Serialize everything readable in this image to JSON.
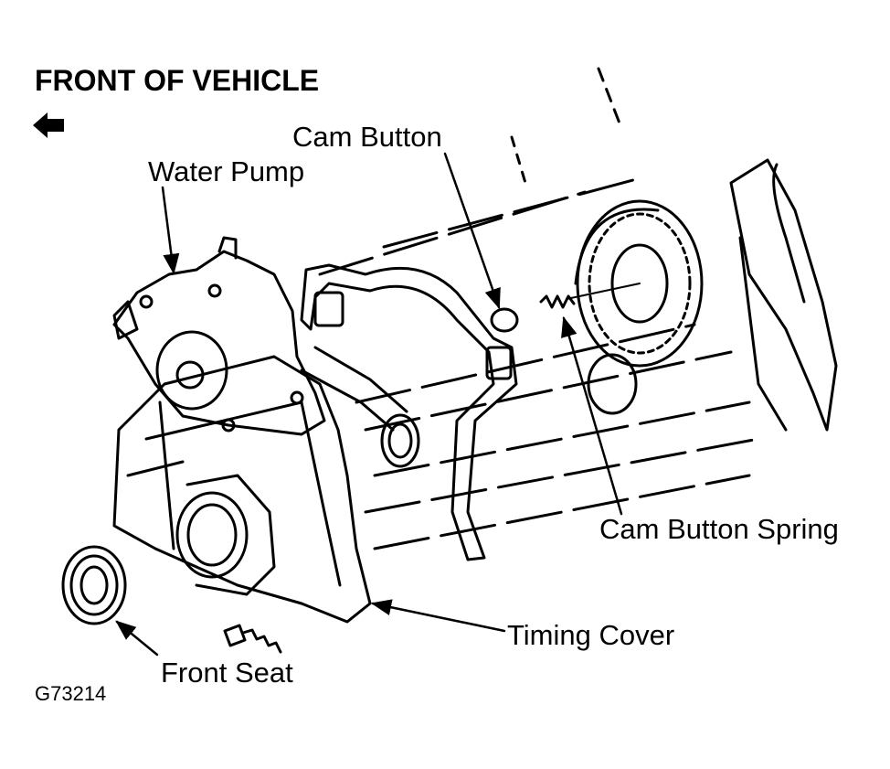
{
  "diagram": {
    "heading": "FRONT OF VEHICLE",
    "figure_id": "G73214",
    "labels": {
      "cam_button": "Cam Button",
      "water_pump": "Water Pump",
      "cam_button_spring": "Cam Button Spring",
      "timing_cover": "Timing Cover",
      "front_seat": "Front Seat"
    },
    "icons": {
      "direction_arrow": "arrow-left-icon"
    },
    "colors": {
      "ink": "#000000",
      "background": "#ffffff"
    }
  }
}
